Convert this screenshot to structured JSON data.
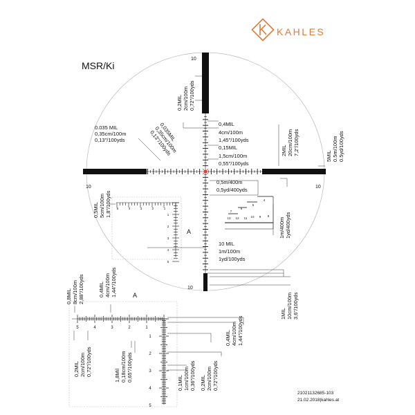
{
  "brand": {
    "name": "KAHLES",
    "color": "#e07a3a",
    "logo_icon": "kahles-k-diamond-icon"
  },
  "title": "MSR/Ki",
  "colors": {
    "reticle": "#111111",
    "center_dot": "#e53935",
    "circle": "#b8b8b8"
  },
  "labels": {
    "top_10": "10",
    "left_10": "10",
    "right_10": "10",
    "bottom_10": "10",
    "top_bar": [
      "0,2MIL",
      "2cm/100m",
      "0,72\"/100yds"
    ],
    "left_note": [
      "0.035 MIL",
      "0,35cm/100m",
      "0,13\"/100yds"
    ],
    "diag_note": [
      "0,035MIL",
      "0,35cm/100m",
      "0,13\"/100yds"
    ],
    "center_note": [
      "0,4MIL",
      "4cm/100m",
      "1,45\"/100yds",
      "0,15MIL",
      "1,5cm/100m",
      "0,55\"/100yds"
    ],
    "right_2mil": [
      "2MIL",
      "20cm/100m",
      "7,2\"/100yds"
    ],
    "right_5mil": [
      "5MIL",
      "0.5m/100m",
      "0.5yd/100yds"
    ],
    "under_note": [
      "0,5m/400m",
      "0,5yd/400yds"
    ],
    "left_05": [
      "0,5MIL",
      "5cm/100m",
      "1,8\"/100yds"
    ],
    "letter_a": "A",
    "rf_note": [
      "1m/400m",
      "1yd/400yds"
    ],
    "rf_numbers": [
      "4",
      "5",
      "6",
      "7",
      "8",
      "9",
      "10",
      "11",
      "12",
      "13"
    ],
    "ten_mil": [
      "10 MIL",
      "1m/100m",
      "1yd/100yds"
    ],
    "right_1mil": [
      "1MIL",
      "10cm/100m",
      "3,6\"/100yds"
    ],
    "bl_08": [
      "0,8MIL",
      "8cm/100m",
      "2,88\"/100yds"
    ],
    "bl_04": [
      "0,4MIL",
      "4cm/100m",
      "1,44\"/100yds"
    ],
    "bl_02": [
      "0,2MIL",
      "2cm/100m",
      "0,72\"/100yds"
    ],
    "bl_18": [
      "1,8Mil",
      "0,18cm/100m",
      "0,65\"/100yds"
    ],
    "bl_01": [
      "0,1MIL",
      "1cm/100m",
      "0,36\"/100yds"
    ],
    "bl_02b": [
      "0,2MIL",
      "2cm/100m",
      "0,72\"/100yds"
    ],
    "br_04": [
      "0,4MIL",
      "4cm/100m",
      "1,44\"/100yds"
    ],
    "small_scale_nums": [
      "5",
      "4",
      "3",
      "2",
      "1"
    ],
    "small_scale_vnums": [
      "1",
      "2",
      "3",
      "4",
      "5"
    ],
    "big_scale_nums": [
      "5",
      "4",
      "3",
      "2",
      "1"
    ],
    "big_scale_vnums": [
      "1",
      "2",
      "3",
      "4",
      "5"
    ],
    "footer": [
      "21021132685-103",
      "21.02.2018|kahles.at"
    ]
  }
}
